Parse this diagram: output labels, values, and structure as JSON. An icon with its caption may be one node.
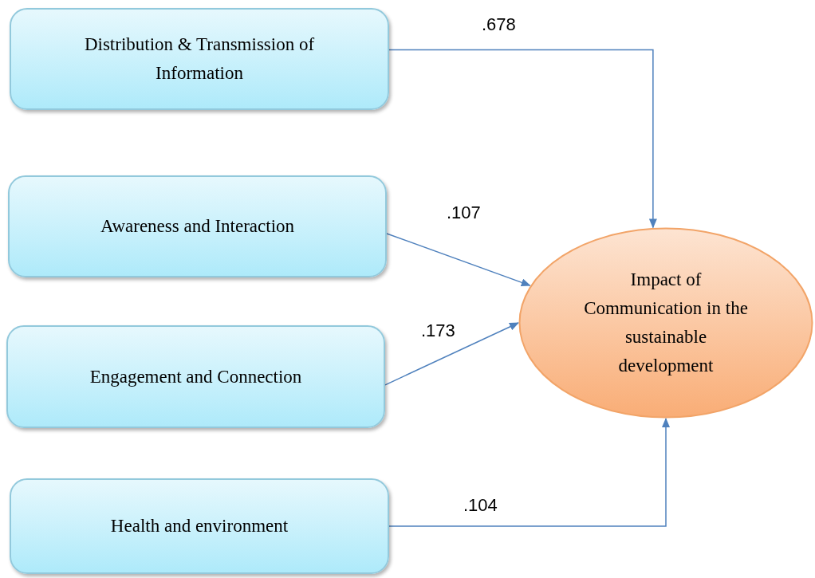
{
  "diagram": {
    "nodes": [
      {
        "text": [
          "Distribution & Transmission of Information"
        ]
      },
      {
        "text": [
          "Awareness and Interaction"
        ]
      },
      {
        "text": [
          "Engagement and Connection"
        ]
      },
      {
        "text": [
          "Health and environment"
        ]
      },
      {
        "text": [
          "Impact of Communication in the sustainable development"
        ]
      }
    ],
    "edges": [
      {
        "from": 0,
        "to": 4,
        "arrow": "to",
        "label": ".678"
      },
      {
        "from": 1,
        "to": 4,
        "arrow": "to",
        "label": ".107"
      },
      {
        "from": 2,
        "to": 4,
        "arrow": "to",
        "label": ".173"
      },
      {
        "from": 3,
        "to": 4,
        "arrow": "to",
        "label": ".104"
      }
    ]
  }
}
